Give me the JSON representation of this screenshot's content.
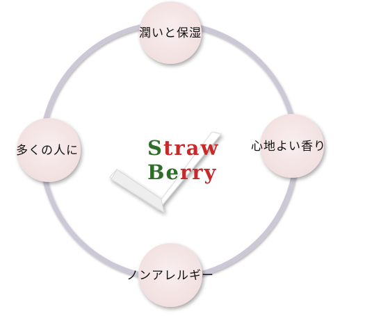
{
  "center_logo": {
    "line1": [
      {
        "text": "S",
        "color": "#2f6e2a"
      },
      {
        "text": "t",
        "color": "#c7282a"
      },
      {
        "text": "r",
        "color": "#c7282a"
      },
      {
        "text": "a",
        "color": "#c7282a"
      },
      {
        "text": "w",
        "color": "#c7282a"
      }
    ],
    "line2": [
      {
        "text": "B",
        "color": "#2f6e2a"
      },
      {
        "text": "e",
        "color": "#2f6e2a"
      },
      {
        "text": "r",
        "color": "#c7282a"
      },
      {
        "text": "r",
        "color": "#c7282a"
      },
      {
        "text": "y",
        "color": "#c7282a"
      }
    ]
  },
  "nodes": [
    {
      "id": "top",
      "label": "潤いと保湿"
    },
    {
      "id": "right",
      "label": "心地よい香り"
    },
    {
      "id": "bottom",
      "label": "ノンアレルギー"
    },
    {
      "id": "left",
      "label": "多くの人に"
    }
  ],
  "colors": {
    "ring": "#cdc8d6",
    "node_fill": "#f7e9e9",
    "node_shadow": "#c9c2c2"
  }
}
